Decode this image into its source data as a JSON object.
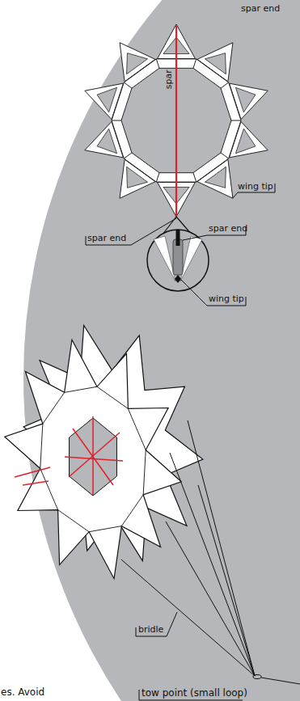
{
  "diagram": {
    "labels": [
      "spar end",
      "spar",
      "wing tip",
      "spar end",
      "spar end",
      "wing tip",
      "bridle",
      "tow point (small loop)",
      "es. Avoid"
    ]
  }
}
